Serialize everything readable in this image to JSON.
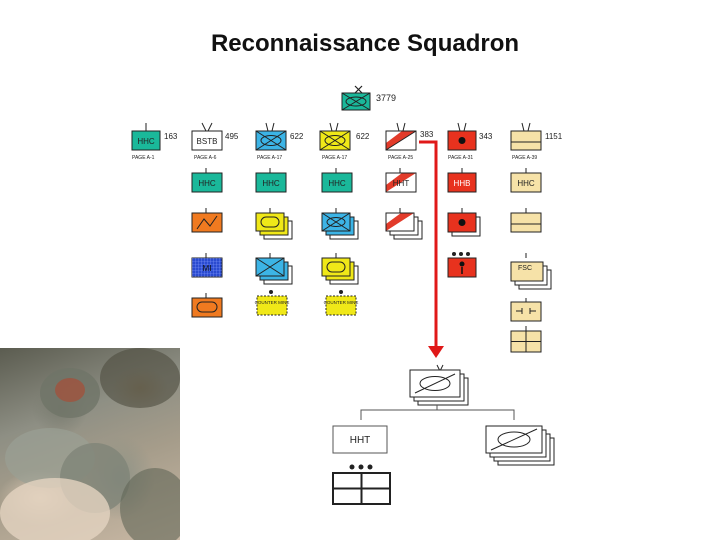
{
  "title": "Reconnaissance Squadron",
  "top_unit": {
    "size": "X",
    "number": "3779"
  },
  "columns": [
    {
      "key": "hhc",
      "label": "HHC",
      "number": "163",
      "page": "PAGE A-1",
      "color": "#1ab89a"
    },
    {
      "key": "bstb",
      "label": "BSTB",
      "number": "495",
      "page": "PAGE A-6",
      "color": "#ffffff"
    },
    {
      "key": "inf1",
      "label": "",
      "number": "622",
      "page": "PAGE A-17",
      "color": "#3cb4e6"
    },
    {
      "key": "inf2",
      "label": "",
      "number": "622",
      "page": "PAGE A-17",
      "color": "#f0e818"
    },
    {
      "key": "recon",
      "label": "",
      "number": "383",
      "page": "PAGE A-25",
      "color": "#e23b2a"
    },
    {
      "key": "fires",
      "label": "",
      "number": "343",
      "page": "PAGE A-31",
      "color": "#e8321e"
    },
    {
      "key": "bsb",
      "label": "",
      "number": "1151",
      "page": "PAGE A-39",
      "color": "#f6e2a8"
    }
  ],
  "row2": [
    "HHC",
    "HHC",
    "HHC",
    "HHT",
    "HHB",
    "HHC"
  ],
  "row4_labels": {
    "mi": "MI",
    "fsc": "FSC"
  },
  "row5_labels": {
    "counter_mine": "COUNTER MINE"
  },
  "detail": {
    "hht": "HHT"
  },
  "colors": {
    "teal": "#1ab89a",
    "blue": "#3cb4e6",
    "yellow": "#f0e818",
    "red": "#e8321e",
    "cream": "#f6e2a8",
    "orange": "#f07a20",
    "navy": "#2a4bd0",
    "arrow": "#e01818"
  }
}
